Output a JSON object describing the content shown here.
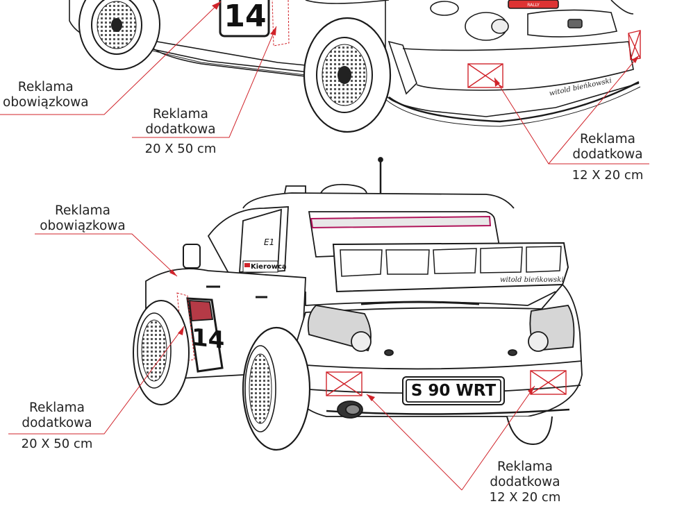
{
  "labels": {
    "top_mandatory": {
      "line1": "Reklama",
      "line2": "obowiązkowa"
    },
    "top_door_additional": {
      "line1": "Reklama",
      "line2": "dodatkowa",
      "size": "20 X 50 cm"
    },
    "top_front_additional": {
      "line1": "Reklama",
      "line2": "dodatkowa",
      "size": "12 X 20 cm"
    },
    "rear_mandatory": {
      "line1": "Reklama",
      "line2": "obowiązkowa"
    },
    "rear_door_additional": {
      "line1": "Reklama",
      "line2": "dodatkowa",
      "size": "20 X 50 cm"
    },
    "rear_bumper_additional": {
      "line1": "Reklama",
      "line2": "dodatkowa",
      "size": "12 X 20 cm"
    }
  },
  "car": {
    "start_number": "14",
    "plate": "S 90 WRT",
    "driver_label": "Kierowca",
    "class_label": "E1",
    "signature": "witold bieńkowski"
  },
  "colors": {
    "leader": "#d0232a",
    "outline": "#1a1a1a",
    "accent": "#b0145a"
  }
}
